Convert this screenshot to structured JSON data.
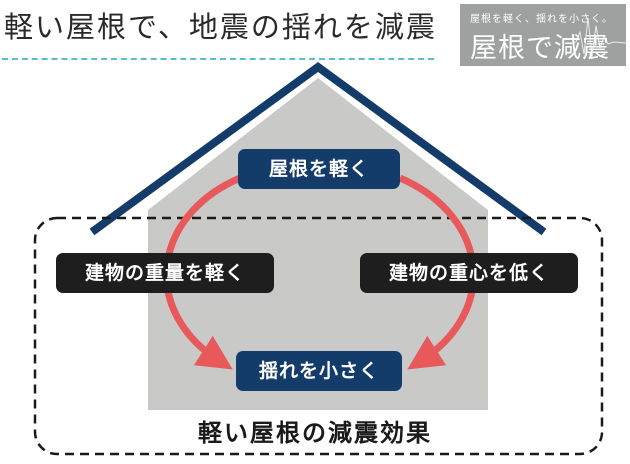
{
  "headline": "軽い屋根で、地震の揺れを減震",
  "brand": {
    "subtitle": "屋根を軽く、揺れを小さく。",
    "title": "屋根で減震"
  },
  "cycle": {
    "top": "屋根を軽く",
    "left": "建物の重量を軽く",
    "right": "建物の重心を低く",
    "bottom": "揺れを小さく"
  },
  "footer": "軽い屋根の減震効果",
  "colors": {
    "roof": "#143c6a",
    "wall": "#c9cac8",
    "arrow": "#e8595c",
    "rule": "#57bfc9",
    "brand_bg": "#9fa0a0",
    "dark_pill": "#1e1e1e"
  }
}
